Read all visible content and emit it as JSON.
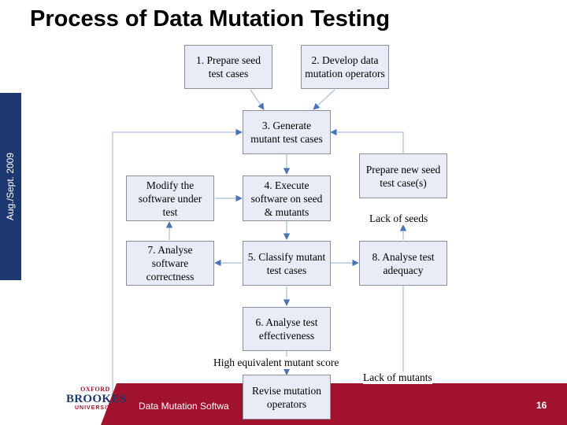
{
  "slide": {
    "title": "Process of Data Mutation Testing",
    "date": "Aug./Sept. 2009",
    "footer_text": "Data Mutation Softwa",
    "page_number": "16",
    "logo": {
      "line1": "OXFORD",
      "line2": "BROOKES",
      "line3": "UNIVERSITY"
    }
  },
  "diagram": {
    "nodes": {
      "prepare_seed": "1. Prepare seed test cases",
      "develop_operators": "2. Develop data mutation operators",
      "generate": "3. Generate mutant test cases",
      "modify_software": "Modify the software under test",
      "execute": "4. Execute software on seed & mutants",
      "prepare_new_seed": "Prepare new seed test case(s)",
      "analyse_correctness": "7. Analyse software correctness",
      "classify": "5. Classify mutant test cases",
      "analyse_adequacy": "8. Analyse test adequacy",
      "analyse_effectiveness": "6. Analyse test effectiveness",
      "revise_operators": "Revise mutation operators"
    },
    "edge_labels": {
      "lack_of_seeds": "Lack of seeds",
      "high_equivalent": "High equivalent mutant score",
      "lack_of_mutants": "Lack of mutants"
    }
  },
  "colors": {
    "box_fill": "#e9ecf6",
    "box_border": "#8a8f9a",
    "connector": "#a8bfd6",
    "arrowhead": "#4a74b4",
    "sidebar": "#1d3770",
    "footer": "#a0122e"
  }
}
